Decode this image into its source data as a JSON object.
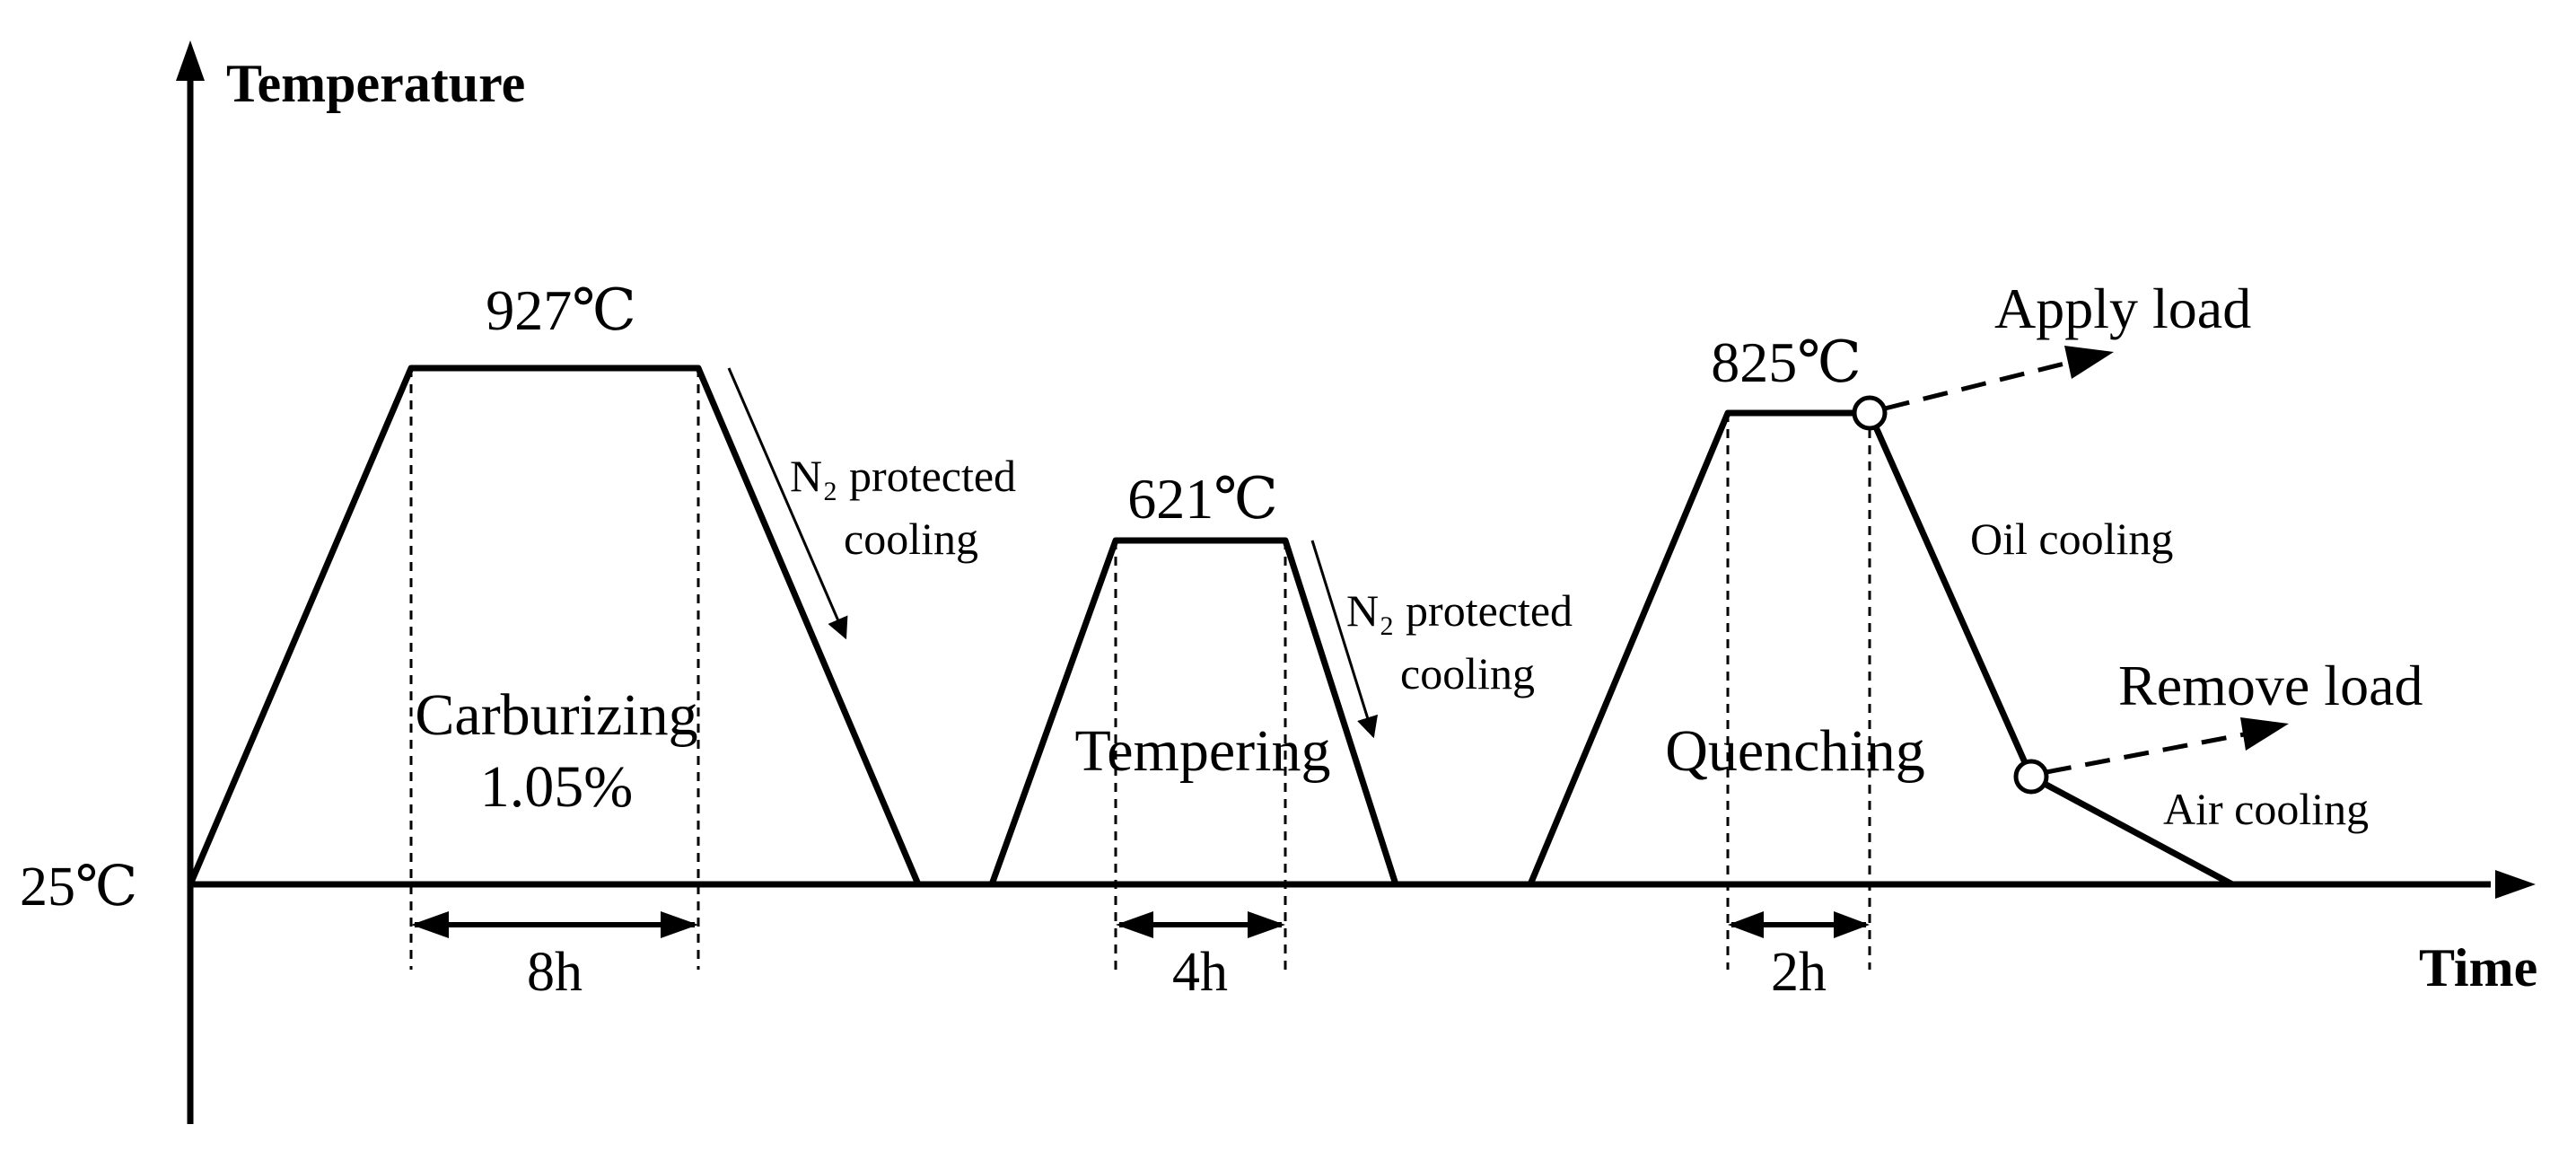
{
  "axes": {
    "y_label": "Temperature",
    "x_label": "Time",
    "baseline_label": "25℃"
  },
  "stages": [
    {
      "name": "Carburizing",
      "sublabel": "1.05%",
      "peak_label": "927℃",
      "duration_label": "8h",
      "cooling_label_line1": "N₂ protected",
      "cooling_label_line2": "cooling"
    },
    {
      "name": "Tempering",
      "peak_label": "621℃",
      "duration_label": "4h",
      "cooling_label_line1": "N₂ protected",
      "cooling_label_line2": "cooling"
    },
    {
      "name": "Quenching",
      "peak_label": "825℃",
      "duration_label": "2h",
      "cooling_primary": "Oil cooling",
      "cooling_secondary": "Air cooling",
      "event_apply": "Apply load",
      "event_remove": "Remove load"
    }
  ]
}
